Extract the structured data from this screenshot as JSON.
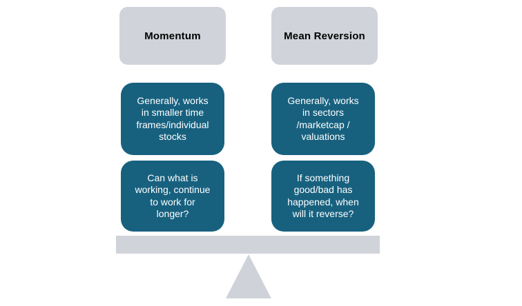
{
  "diagram": {
    "title": "Momentum vs Mean Reversion balance",
    "colors": {
      "header_bg": "#D0D4DA",
      "card_bg": "#17617F",
      "card_text": "#FFFFFF",
      "header_text": "#000000",
      "beam": "#D0D4DA",
      "fulcrum": "#CFD3D9",
      "background": "#FFFFFF"
    },
    "columns": [
      {
        "header": "Momentum",
        "cards": [
          "Generally, works\nin smaller time\nframes/individual\nstocks",
          "Can what is\nworking, continue\nto work for\nlonger?"
        ]
      },
      {
        "header": "Mean Reversion",
        "cards": [
          "Generally, works\nin sectors\n/marketcap /\nvaluations",
          "If something\ngood/bad has\nhappened, when\nwill it reverse?"
        ]
      }
    ]
  }
}
